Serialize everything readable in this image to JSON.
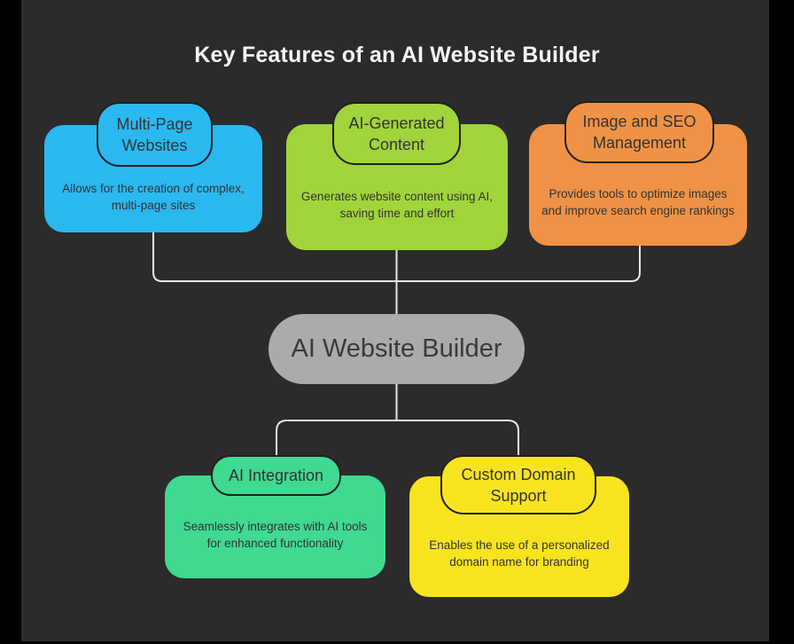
{
  "title": "Key Features of an AI Website Builder",
  "colors": {
    "background": "#2b2b2b",
    "frame": "#000000",
    "connector": "#e6e6e6",
    "title_text": "#f5f5f5",
    "node_text": "#333333",
    "pill_border": "#202020"
  },
  "center_node": {
    "label": "AI Website Builder",
    "fill": "#ababab"
  },
  "nodes": [
    {
      "id": "multi-page-websites",
      "label": "Multi-Page Websites",
      "description": "Allows for the creation of complex, multi-page sites",
      "fill": "#2ab8f0"
    },
    {
      "id": "ai-generated-content",
      "label": "AI-Generated Content",
      "description": "Generates website content using AI, saving time and effort",
      "fill": "#a1d43a"
    },
    {
      "id": "image-and-seo-management",
      "label": "Image and SEO Management",
      "description": "Provides tools to optimize images and improve search engine rankings",
      "fill": "#ef9245"
    },
    {
      "id": "ai-integration",
      "label": "AI Integration",
      "description": "Seamlessly integrates with AI tools for enhanced functionality",
      "fill": "#40d991"
    },
    {
      "id": "custom-domain-support",
      "label": "Custom Domain Support",
      "description": "Enables the use of a personalized domain name for branding",
      "fill": "#f8e41e"
    }
  ]
}
